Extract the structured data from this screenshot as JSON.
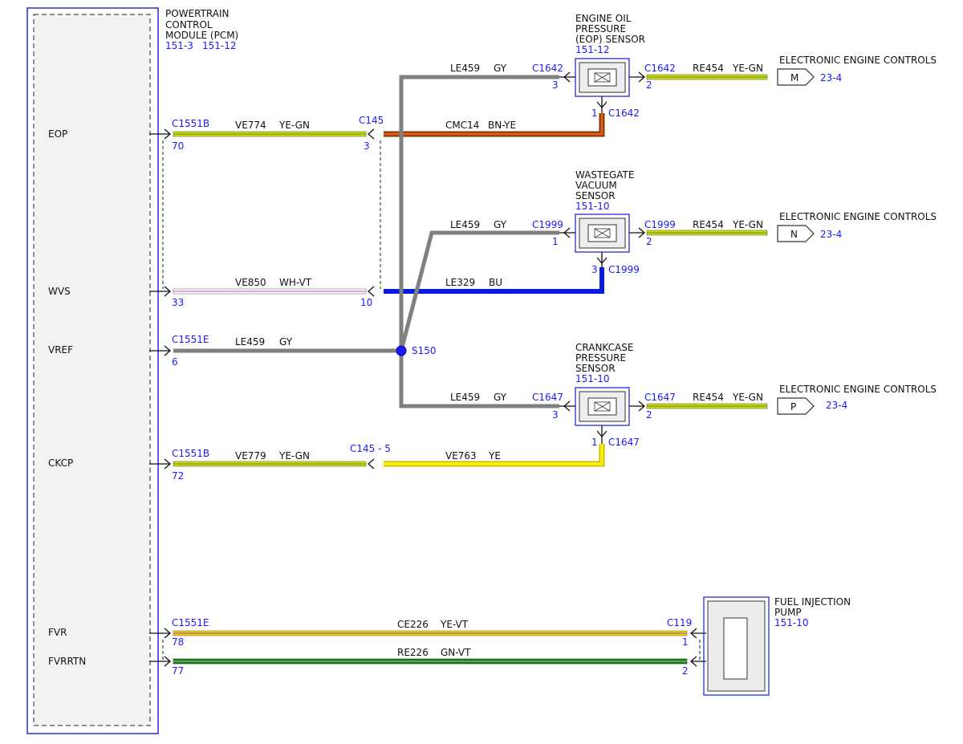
{
  "colors": {
    "gray_wire": "#808080",
    "blue_wire": "#0a1ae0",
    "yellow_wire": "#f2e000",
    "ye_gn_main": "#d9d900",
    "ye_gn_stripe": "#3a9a3a",
    "ye_vt_main": "#f0d000",
    "ye_vt_stripe": "#9a4fa0",
    "gn_vt_main": "#1f7a1f",
    "gn_vt_stripe": "#90d090",
    "wh_vt_main": "#ffffff",
    "wh_vt_stripe": "#d070d0",
    "bn_ye_main": "#a0521a",
    "bn_ye_stripe": "#e8c000",
    "ref_blue": "#1a1aff",
    "module_fill": "#f2f2f2",
    "outline": "#2a2ad0"
  },
  "pcm": {
    "title_line1": "POWERTRAIN",
    "title_line2": "CONTROL",
    "title_line3": "MODULE (PCM)",
    "ref1": "151-3",
    "ref2": "151-12",
    "pins": {
      "eop": "EOP",
      "wvs": "WVS",
      "vref": "VREF",
      "ckcp": "CKCP",
      "fvr": "FVR",
      "fvrrtn": "FVRRTN"
    }
  },
  "eop_sensor": {
    "name_line1": "ENGINE OIL",
    "name_line2": "PRESSURE",
    "name_line3": "(EOP) SENSOR",
    "ref": "151-12"
  },
  "wvs_sensor": {
    "name_line1": "WASTEGATE",
    "name_line2": "VACUUM",
    "name_line3": "SENSOR",
    "ref": "151-10"
  },
  "ckcp_sensor": {
    "name_line1": "CRANKCASE",
    "name_line2": "PRESSURE",
    "name_line3": "SENSOR",
    "ref": "151-10"
  },
  "fuel_pump": {
    "name_line1": "FUEL INJECTION",
    "name_line2": "PUMP",
    "ref": "151-10"
  },
  "eec": {
    "label": "ELECTRONIC ENGINE CONTROLS",
    "ref": "23-4",
    "m": "M",
    "n": "N",
    "p": "P"
  },
  "wires": {
    "eop_pcm": {
      "circuit": "VE774",
      "color": "YE-GN"
    },
    "eop_sensor": {
      "circuit": "CMC14",
      "color": "BN-YE"
    },
    "wvs_pcm": {
      "circuit": "VE850",
      "color": "WH-VT"
    },
    "wvs_sensor": {
      "circuit": "LE329",
      "color": "BU"
    },
    "vref_pcm": {
      "circuit": "LE459",
      "color": "GY"
    },
    "vref_eop": {
      "circuit": "LE459",
      "color": "GY"
    },
    "vref_wvs": {
      "circuit": "LE459",
      "color": "GY"
    },
    "vref_ckcp": {
      "circuit": "LE459",
      "color": "GY"
    },
    "eec_m": {
      "circuit": "RE454",
      "color": "YE-GN"
    },
    "eec_n": {
      "circuit": "RE454",
      "color": "YE-GN"
    },
    "eec_p": {
      "circuit": "RE454",
      "color": "YE-GN"
    },
    "ckcp_pcm": {
      "circuit": "VE779",
      "color": "YE-GN"
    },
    "ckcp_sensor": {
      "circuit": "VE763",
      "color": "YE"
    },
    "fvr": {
      "circuit": "CE226",
      "color": "YE-VT"
    },
    "fvrrtn": {
      "circuit": "RE226",
      "color": "GN-VT"
    }
  },
  "connectors": {
    "c1551b_eop": "C1551B",
    "pin_70": "70",
    "c145_eop": "C145",
    "pin_3": "3",
    "pin_33": "33",
    "pin_10": "10",
    "c1551e_vref": "C1551E",
    "pin_6": "6",
    "splice": "S150",
    "c1551b_ckcp": "C1551B",
    "pin_72": "72",
    "c145_ckcp": "C145 - 5",
    "c1551e_fvr": "C1551E",
    "pin_78": "78",
    "pin_77": "77",
    "c119": "C119",
    "c119_pin1": "1",
    "c119_pin2": "2",
    "c1642_a": "C1642",
    "c1642_a_pin": "3",
    "c1642_b": "C1642",
    "c1642_b_pin": "2",
    "c1642_c": "C1642",
    "c1642_c_pin": "1",
    "c1999_a": "C1999",
    "c1999_a_pin": "1",
    "c1999_b": "C1999",
    "c1999_b_pin": "2",
    "c1999_c": "C1999",
    "c1999_c_pin": "3",
    "c1647_a": "C1647",
    "c1647_a_pin": "3",
    "c1647_b": "C1647",
    "c1647_b_pin": "2",
    "c1647_c": "C1647",
    "c1647_c_pin": "1"
  }
}
